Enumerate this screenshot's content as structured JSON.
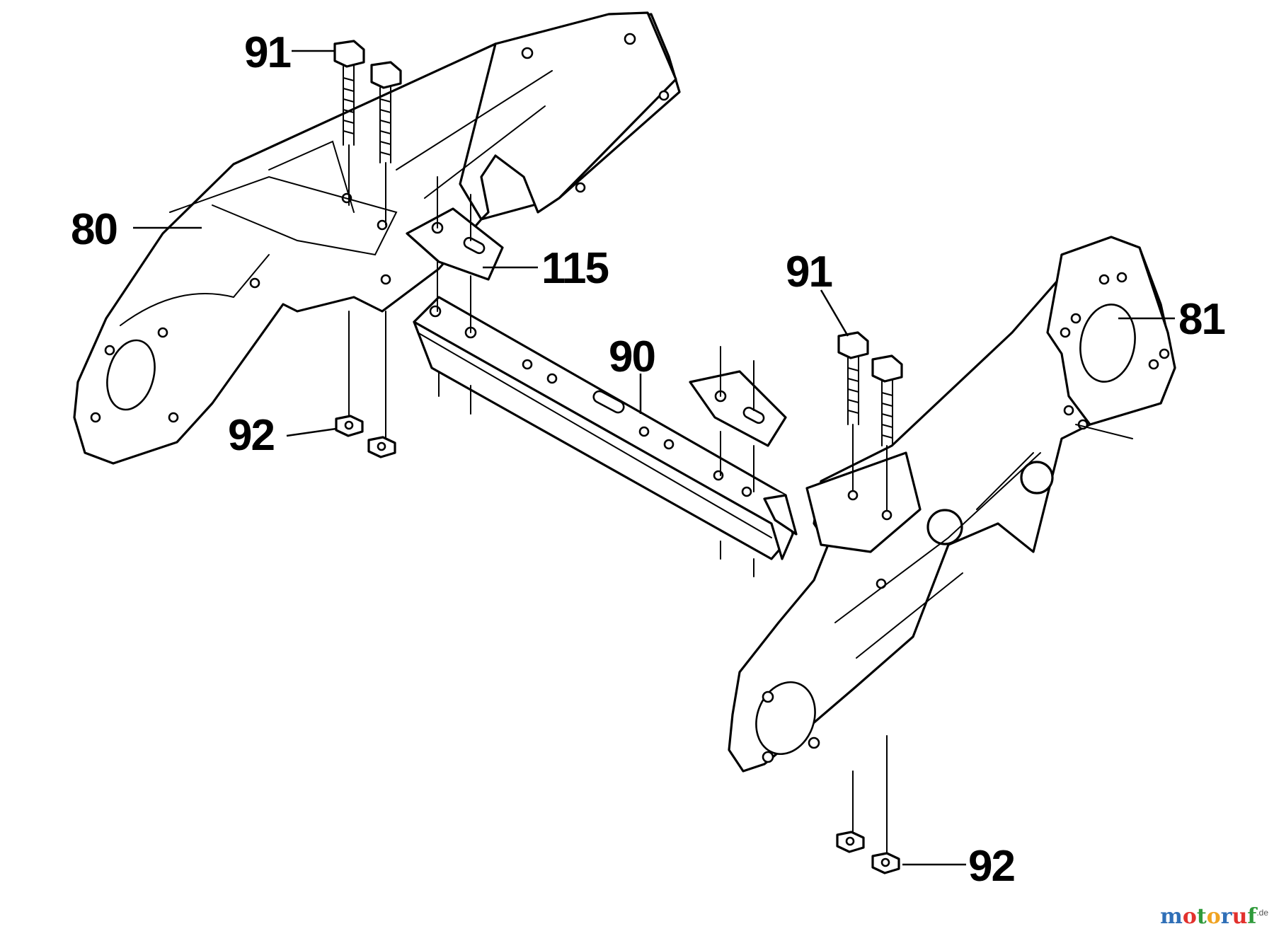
{
  "callouts": {
    "c80": "80",
    "c91a": "91",
    "c115": "115",
    "c92a": "92",
    "c90": "90",
    "c91b": "91",
    "c81": "81",
    "c92b": "92"
  },
  "watermark": {
    "brand": "motoruf",
    "tld": ".de",
    "colors": [
      "#2f6fb7",
      "#e2312d",
      "#2f9a3a",
      "#f0a321"
    ]
  }
}
